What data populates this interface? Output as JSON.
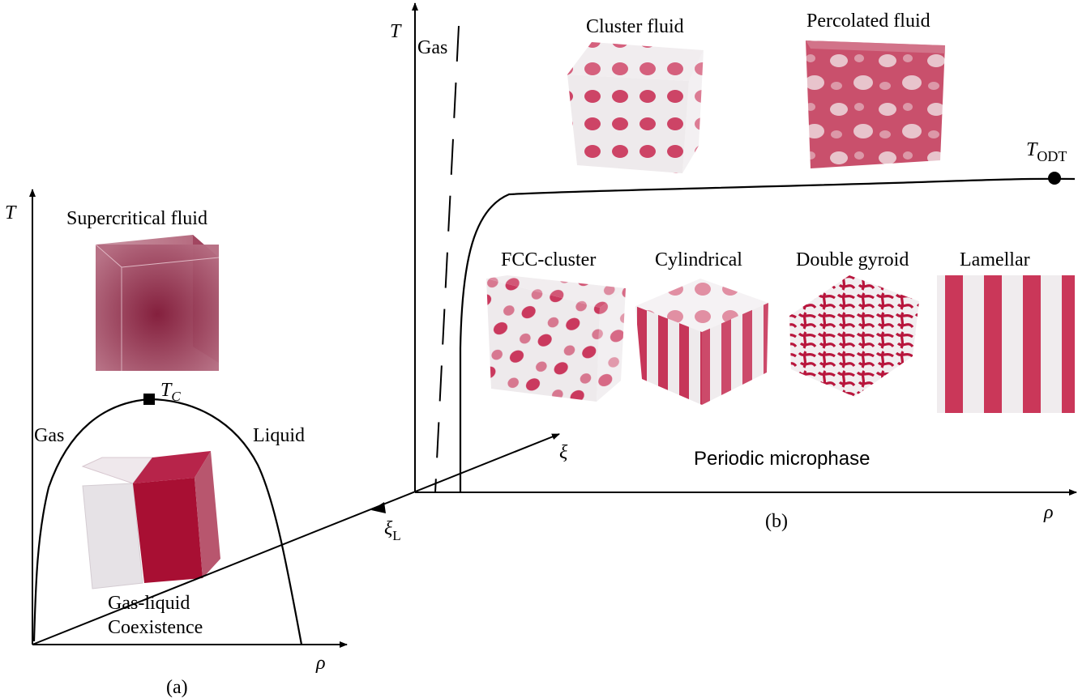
{
  "panel_a": {
    "label": "(a)",
    "axis_T": "T",
    "axis_rho": "ρ",
    "supercritical_label": "Supercritical fluid",
    "critical_point_main": "T",
    "critical_point_sub": "C",
    "gas_label": "Gas",
    "liquid_label": "Liquid",
    "coexistence_line1": "Gas-liquid",
    "coexistence_line2": "Coexistence"
  },
  "panel_b": {
    "label": "(b)",
    "axis_T": "T",
    "axis_rho": "ρ",
    "axis_xi": "ξ",
    "xi_L_main": "ξ",
    "xi_L_sub": "L",
    "gas_label": "Gas",
    "odt_main": "T",
    "odt_sub": "ODT",
    "fluid_phases": [
      "Cluster fluid",
      "Percolated fluid"
    ],
    "ordered_phases": [
      "FCC-cluster",
      "Cylindrical",
      "Double gyroid",
      "Lamellar"
    ],
    "periodic_label": "Periodic microphase"
  },
  "colors": {
    "crimson": "#b0163a",
    "dark_maroon": "#8a1f3c",
    "pale_gray": "#e6e2e6"
  }
}
